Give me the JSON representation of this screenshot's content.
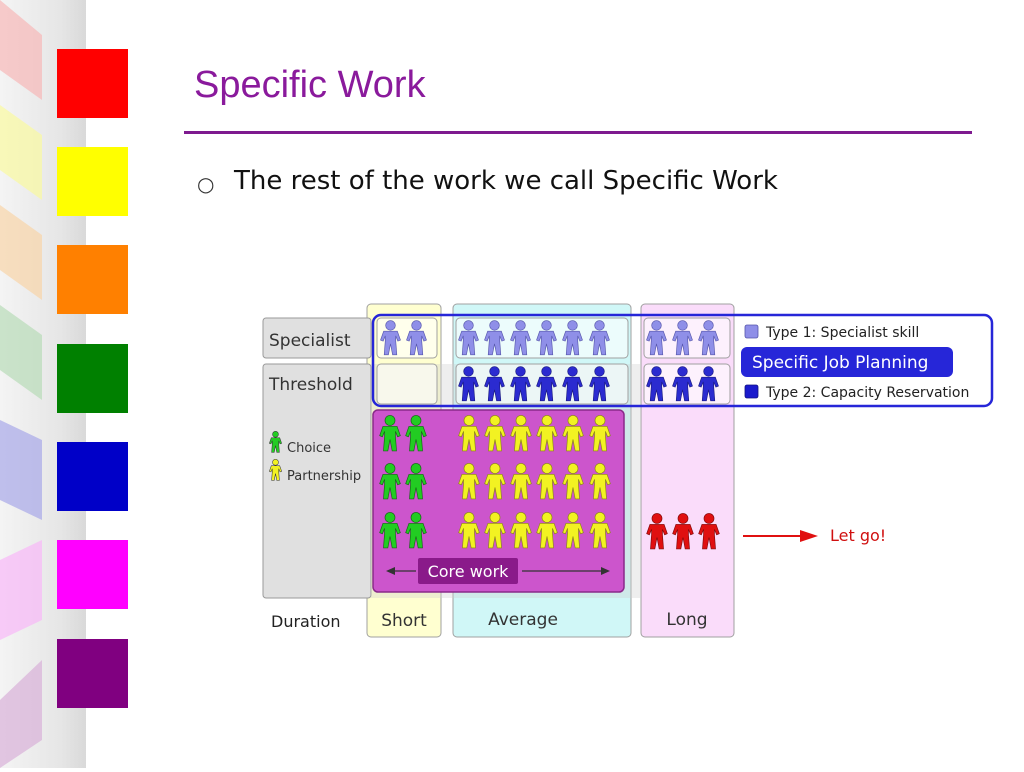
{
  "slide": {
    "title": "Specific Work",
    "bullet": "The rest of the work we call Specific Work",
    "bullet_marker": "○"
  },
  "theme": {
    "accent": "#8a1a9c",
    "color_squares": [
      "#ff0000",
      "#ffff00",
      "#ff8000",
      "#008000",
      "#0000c8",
      "#ff00ff",
      "#800080"
    ]
  },
  "diagram": {
    "rows": {
      "specialist": "Specialist",
      "threshold": "Threshold",
      "duration": "Duration"
    },
    "columns": {
      "short": "Short",
      "average": "Average",
      "long": "Long"
    },
    "people_legend": {
      "choice": "Choice",
      "partnership": "Partnership"
    },
    "core_work": "Core work",
    "key": {
      "type1": "Type 1: Specialist skill",
      "planning": "Specific Job Planning",
      "type2": "Type 2: Capacity Reservation"
    },
    "let_go": "Let go!",
    "colors": {
      "specialist_person": "#8f8fe8",
      "threshold_person": "#2b2bd0",
      "choice_person": "#22cc22",
      "partnership_person": "#f2f222",
      "let_go_person": "#e01010",
      "core_box": "#cc55cc",
      "short_col": "#ffffd0",
      "average_col": "#d0f7f7",
      "long_col": "#fadcfa",
      "highlight_border": "#2626d8"
    }
  }
}
